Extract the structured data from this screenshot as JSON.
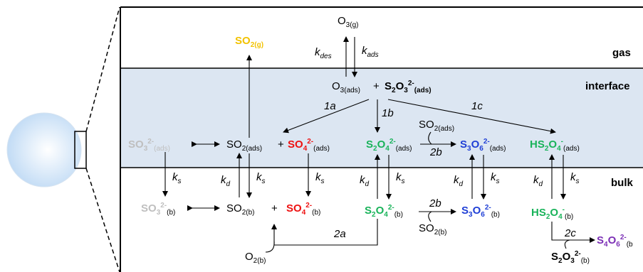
{
  "zones": {
    "gas": "gas",
    "interface": "interface",
    "bulk": "bulk"
  },
  "species": {
    "o3g": {
      "main": "O",
      "sub": "3(g)"
    },
    "so2g": {
      "main": "SO",
      "sub": "2(g)"
    },
    "o3ads": {
      "main": "O",
      "sub": "3(ads)"
    },
    "plus": "+",
    "s2o3ads": {
      "a": "S",
      "s1": "2",
      "b": "O",
      "s2": "3",
      "sup": "2-",
      "sub": "(ads)"
    },
    "so3ads": {
      "main": "SO",
      "s1": "3",
      "sup": "2-",
      "sub": "(ads)"
    },
    "so2ads": {
      "main": "SO",
      "sub": "2(ads)"
    },
    "so4ads": {
      "main": "SO",
      "s1": "4",
      "sup": "2-",
      "sub": "(ads)"
    },
    "s2o4ads": {
      "a": "S",
      "s1": "2",
      "b": "O",
      "s2": "4",
      "sup": "2-",
      "sub": "(ads)"
    },
    "so2ads_b": {
      "main": "SO",
      "sub": "2(ads)"
    },
    "s3o6ads": {
      "a": "S",
      "s1": "3",
      "b": "O",
      "s2": "6",
      "sup": "2-",
      "sub": "(ads)"
    },
    "hs2o4ads": {
      "a": "HS",
      "s1": "2",
      "b": "O",
      "s2": "4",
      "sup": "-",
      "sub": "(ads)"
    },
    "so3b": {
      "main": "SO",
      "s1": "3",
      "sup": "2-",
      "sub": "(b)"
    },
    "so2b": {
      "main": "SO",
      "sub": "2(b)"
    },
    "so4b": {
      "main": "SO",
      "s1": "4",
      "sup": "2-",
      "sub": "(b)"
    },
    "s2o4b": {
      "a": "S",
      "s1": "2",
      "b": "O",
      "s2": "4",
      "sup": "2-",
      "sub": "(b)"
    },
    "so2b_b": {
      "main": "SO",
      "sub": "2(b)"
    },
    "s3o6b": {
      "a": "S",
      "s1": "3",
      "b": "O",
      "s2": "6",
      "sup": "2-",
      "sub": "(b)"
    },
    "hs2o4b": {
      "a": "HS",
      "s1": "2",
      "b": "O",
      "s2": "4",
      "sup": "-",
      "sub": "(b)"
    },
    "s4o6b": {
      "a": "S",
      "s1": "4",
      "b": "O",
      "s2": "6",
      "sup": "2-",
      "sub": "(b"
    },
    "s2o3b": {
      "a": "S",
      "s1": "2",
      "b": "O",
      "s2": "3",
      "sup": "2-",
      "sub": "(b)"
    },
    "o2b": {
      "main": "O",
      "sub": "2(b)"
    }
  },
  "rates": {
    "kdes": {
      "k": "k",
      "sub": "des"
    },
    "kads": {
      "k": "k",
      "sub": "ads"
    },
    "ks": {
      "k": "k",
      "sub": "s"
    },
    "kd": {
      "k": "k",
      "sub": "d"
    }
  },
  "reactions": {
    "r1a": "1a",
    "r1b": "1b",
    "r1c": "1c",
    "r2a": "2a",
    "r2b": "2b",
    "r2c": "2c"
  },
  "colors": {
    "interface_band": "#dce6f2",
    "gray": "#bfbfbf",
    "yellow": "#f2c200",
    "red": "#ee1111",
    "green": "#19b35a",
    "blue": "#1f3fd6",
    "purple": "#7b2fb5",
    "droplet": "#cfe3f7"
  }
}
